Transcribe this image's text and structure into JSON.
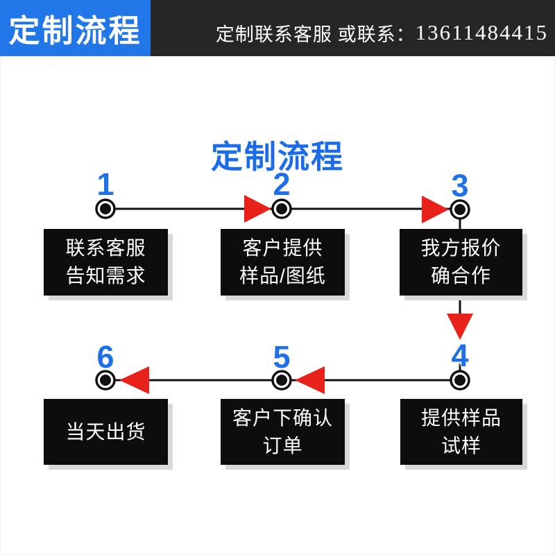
{
  "header": {
    "ribbon_label": "定制流程",
    "contact_text": "定制联系客服 或联系：",
    "phone": "13611484415"
  },
  "title": "定制流程",
  "steps": [
    {
      "num": "1",
      "line1": "联系客服",
      "line2": "告知需求"
    },
    {
      "num": "2",
      "line1": "客户提供",
      "line2": "样品/图纸"
    },
    {
      "num": "3",
      "line1": "我方报价",
      "line2": "确合作"
    },
    {
      "num": "4",
      "line1": "提供样品",
      "line2": "试样"
    },
    {
      "num": "5",
      "line1": "客户下确认",
      "line2": "订单"
    },
    {
      "num": "6",
      "line1": "当天出货"
    }
  ],
  "colors": {
    "ribbon_blue": "#2176e8",
    "accent_blue": "#1e6fe8",
    "arrow_red": "#e8211a",
    "bar_black": "#262626",
    "box_black": "#0d0d0d",
    "shadow_gray": "#d9d9d9"
  }
}
